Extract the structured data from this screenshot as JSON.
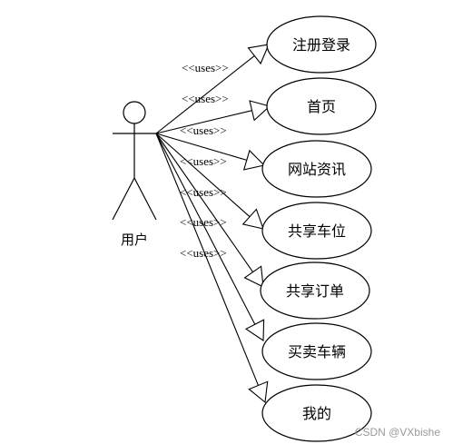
{
  "diagram": {
    "actor": {
      "label": "用户"
    },
    "relation_label": "<<uses>>",
    "use_cases": [
      {
        "label": "注册登录"
      },
      {
        "label": "首页"
      },
      {
        "label": "网站资讯"
      },
      {
        "label": "共享车位"
      },
      {
        "label": "共享订单"
      },
      {
        "label": "买卖车辆"
      },
      {
        "label": "我的"
      }
    ]
  },
  "watermark": "CSDN @VXbishe"
}
